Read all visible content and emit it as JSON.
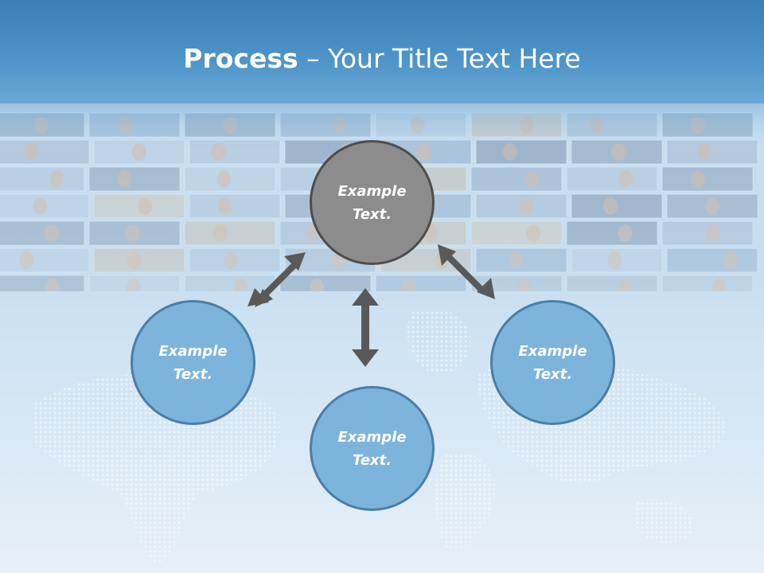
{
  "title": {
    "bold": "Process",
    "rest": " – Your Title Text Here"
  },
  "nodes": {
    "center": {
      "line1": "Example",
      "line2": "Text."
    },
    "left": {
      "line1": "Example",
      "line2": "Text."
    },
    "bottom": {
      "line1": "Example",
      "line2": "Text."
    },
    "right": {
      "line1": "Example",
      "line2": "Text."
    }
  },
  "colors": {
    "header": "#4f95c9",
    "center_fill": "#8c8c8c",
    "center_border": "#4d4d4d",
    "outer_fill": "#7db4dc",
    "outer_border": "#4a7ea6",
    "arrow": "#595959"
  }
}
